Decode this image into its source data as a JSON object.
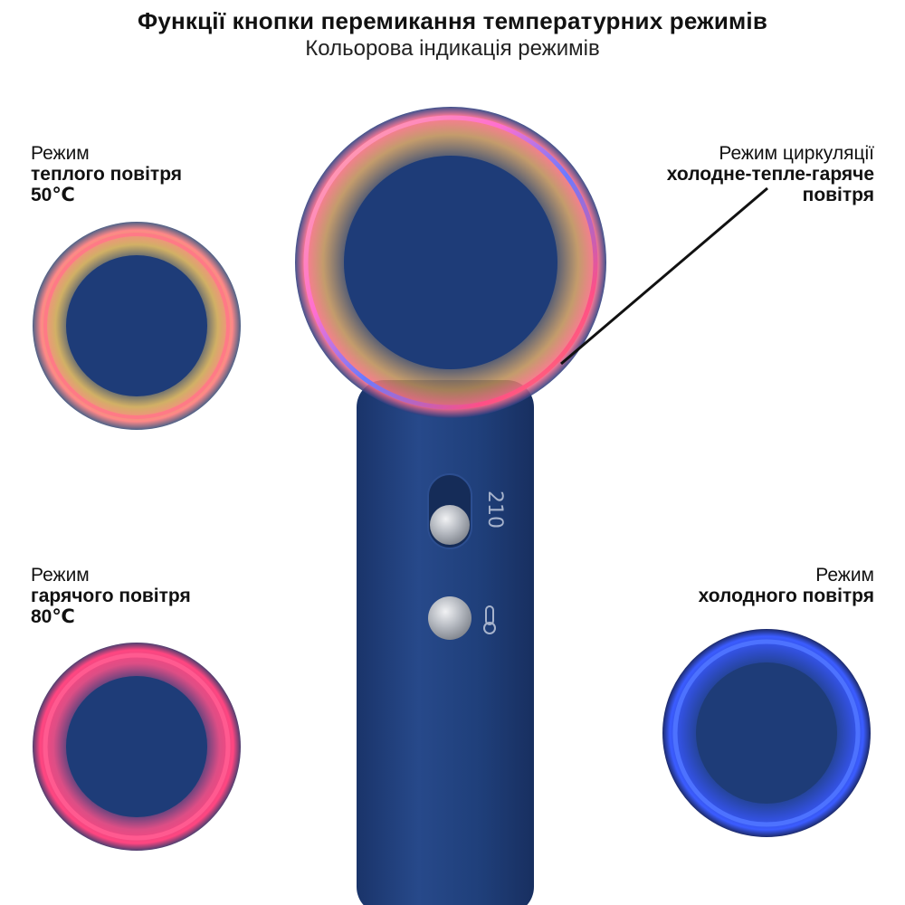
{
  "header": {
    "title": "Функції кнопки перемикання температурних режимів",
    "subtitle": "Кольорова індикація режимів"
  },
  "modes": {
    "warm": {
      "line1": "Режим",
      "line2": "теплого повітря",
      "line3": "50℃",
      "ring_color": "#ff6a7e",
      "glow_color": "#c9a24a"
    },
    "hot": {
      "line1": "Режим",
      "line2": "гарячого повітря",
      "line3": "80℃",
      "ring_color": "#ff4f86",
      "glow_color": "#e03a74"
    },
    "cycle": {
      "line1": "Режим циркуляції",
      "line2": "холодне-тепле-гаряче",
      "line3": "повітря"
    },
    "cold": {
      "line1": "Режим",
      "line2": "холодного повітря",
      "ring_color": "#3f6bff",
      "glow_color": "#2848e0"
    }
  },
  "device": {
    "body_color": "#1f3f7a",
    "switch_positions": "210",
    "temperature_icon": "thermometer-icon"
  }
}
